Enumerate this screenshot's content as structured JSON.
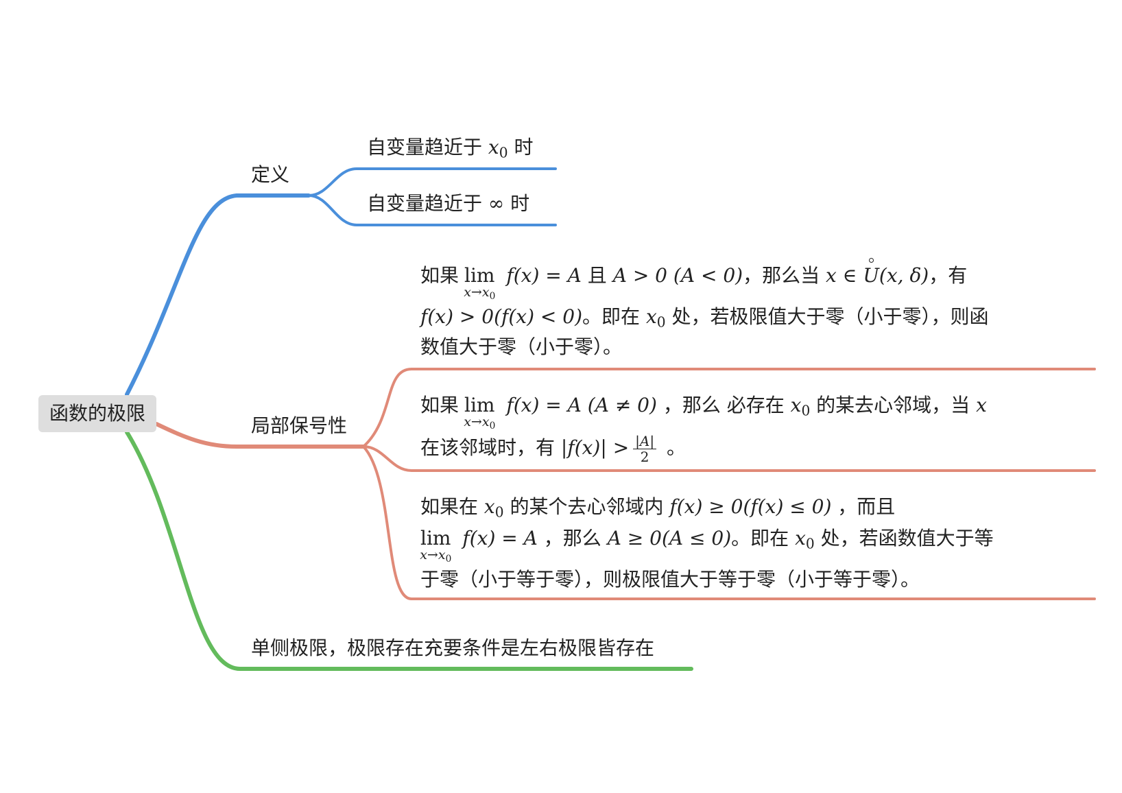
{
  "colors": {
    "branch1": "#4a8fdb",
    "branch2": "#e08a78",
    "branch3": "#63bb5c",
    "root_bg": "#dedede"
  },
  "root": {
    "label": "函数的极限"
  },
  "branches": [
    {
      "label": "定义",
      "children": [
        {
          "text": "自变量趋近于",
          "math": "x",
          "sub": "0",
          "tail": "时"
        },
        {
          "text": "自变量趋近于",
          "math": "∞",
          "tail": "时"
        }
      ]
    },
    {
      "label": "局部保号性",
      "children": [
        {
          "p1": {
            "s1": "如果",
            "lim": "lim",
            "under": "x→x",
            "under_sub": "0",
            "s2": "f(x) = A",
            "s3": "且",
            "s4": "A > 0",
            "s5": "(A < 0)",
            "s6": "，那么当",
            "s7": "x ∈",
            "s8": "U",
            "s9": "(x, δ)",
            "s10": "，有",
            "s11": "f(x) > 0(f(x) < 0)",
            "s12": "。即在",
            "s13": "x",
            "s13_sub": "0",
            "s14": "处，若极限值大于零（小于零），则函",
            "s15": "数值大于零（小于零）。"
          }
        },
        {
          "p2": {
            "s1": "如果",
            "lim": "lim",
            "under": "x→x",
            "under_sub": "0",
            "s2": "f(x) = A (A ≠ 0)",
            "s3": "，那么 必存在",
            "s4": "x",
            "s4_sub": "0",
            "s5": "的某去心邻域，当",
            "s6": "x",
            "s7": "在该邻域时，有",
            "s8": "|f(x)| >",
            "num": "|A|",
            "den": "2",
            "s9": "。"
          }
        },
        {
          "p3": {
            "s1": "如果在",
            "s2": "x",
            "s2_sub": "0",
            "s3": "的某个去心邻域内",
            "s4": "f(x) ≥ 0(f(x) ≤ 0)",
            "s5": "，而且",
            "lim": "lim",
            "under": "x→x",
            "under_sub": "0",
            "s6": "f(x) = A",
            "s7": "，那么",
            "s8": "A ≥ 0(A ≤ 0)",
            "s9": "。即在",
            "s10": "x",
            "s10_sub": "0",
            "s11": "处，若函数值大于等",
            "s12": "于零（小于等于零），则极限值大于等于零（小于等于零）。"
          }
        }
      ]
    },
    {
      "label": "单侧极限，极限存在充要条件是左右极限皆存在"
    }
  ]
}
